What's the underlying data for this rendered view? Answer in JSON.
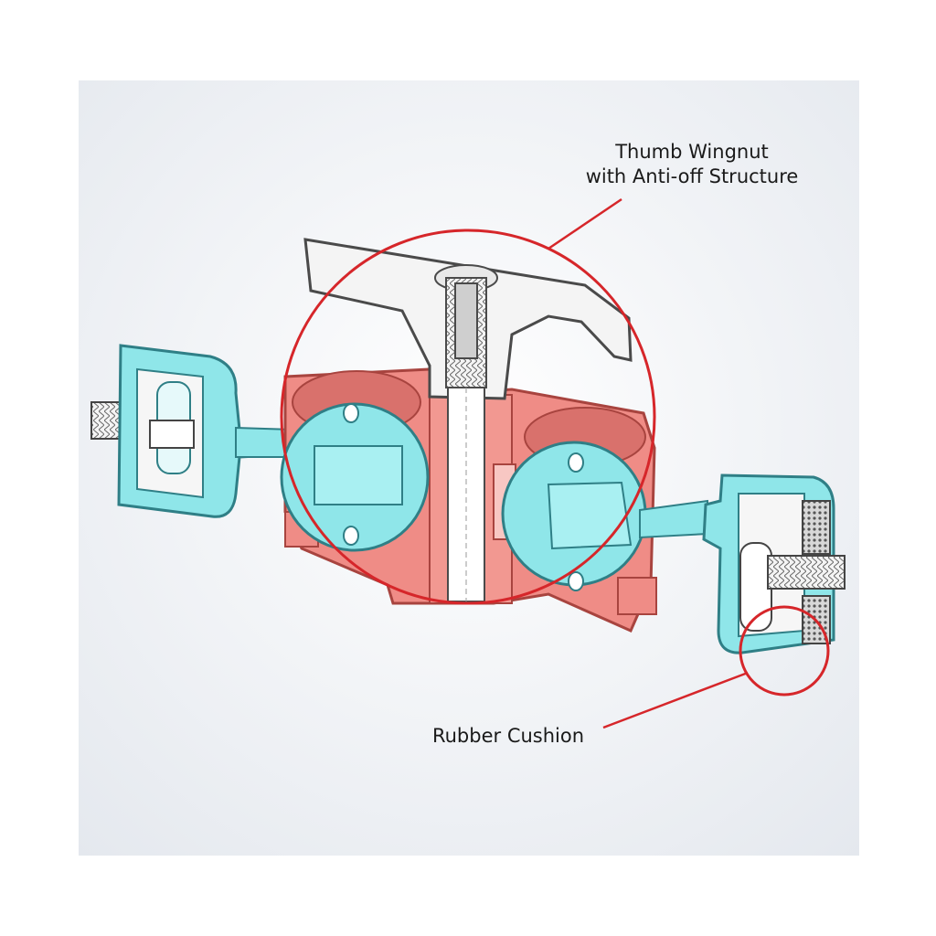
{
  "callouts": {
    "wingnut": {
      "line1": "Thumb Wingnut",
      "line2": "with Anti-off Structure"
    },
    "cushion": {
      "text": "Rubber Cushion"
    }
  },
  "colors": {
    "clamp_body": "#8fe6e9",
    "clamp_edge": "#3e9ba3",
    "center_block": "#ef8c86",
    "center_edge": "#b5504c",
    "knob": "#f4f4f4",
    "callout": "#d6262a",
    "background_gradient": [
      "#ffffff",
      "#e4e8ee"
    ]
  }
}
